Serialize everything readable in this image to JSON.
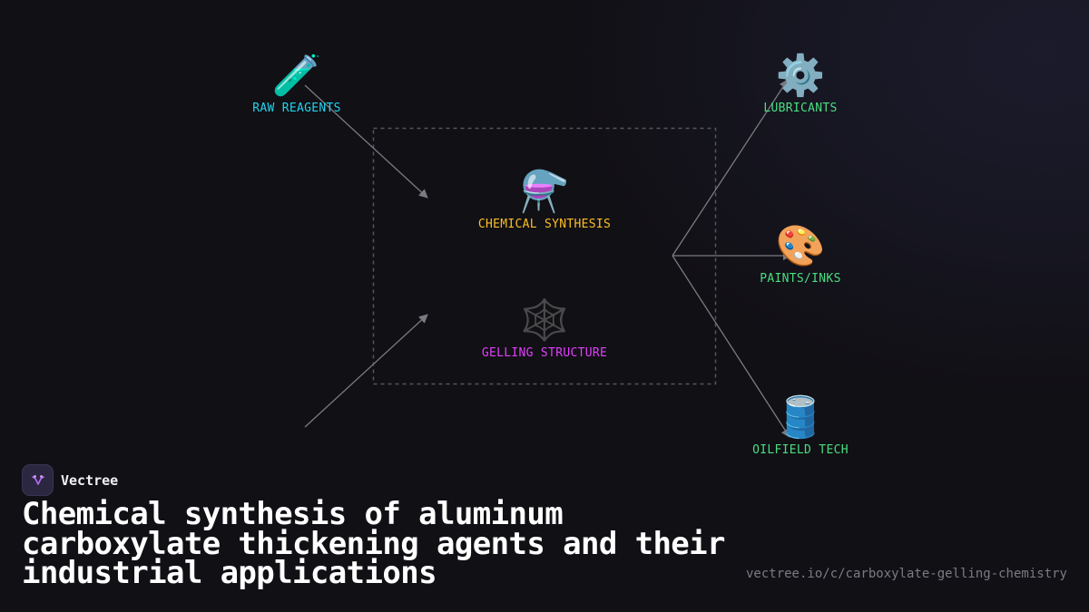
{
  "colors": {
    "background": "#111015",
    "input": "#22d3ee",
    "process": "#fbbf24",
    "structure": "#e040fb",
    "output": "#4ade80",
    "connector": "#7a7a80",
    "box_border": "#55555c"
  },
  "nodes": {
    "raw_reagents": {
      "icon": "test-tube-icon",
      "emoji": "🧪",
      "label": "RAW REAGENTS"
    },
    "chemical_synthesis": {
      "icon": "alembic-flask-icon",
      "emoji": "⚗️",
      "label": "CHEMICAL SYNTHESIS"
    },
    "gelling_structure": {
      "icon": "spider-web-icon",
      "emoji": "🕸️",
      "label": "GELLING STRUCTURE"
    },
    "lubricants": {
      "icon": "gear-icon",
      "emoji": "⚙️",
      "label": "LUBRICANTS"
    },
    "paints_inks": {
      "icon": "palette-icon",
      "emoji": "🎨",
      "label": "PAINTS/INKS"
    },
    "oilfield_tech": {
      "icon": "oil-barrel-icon",
      "emoji": "🛢️",
      "label": "OILFIELD TECH"
    }
  },
  "brand": {
    "icon": "vectree-logo-icon",
    "name": "Vectree"
  },
  "title": "Chemical synthesis of aluminum carboxylate thickening agents and their industrial applications",
  "url": "vectree.io/c/carboxylate-gelling-chemistry"
}
